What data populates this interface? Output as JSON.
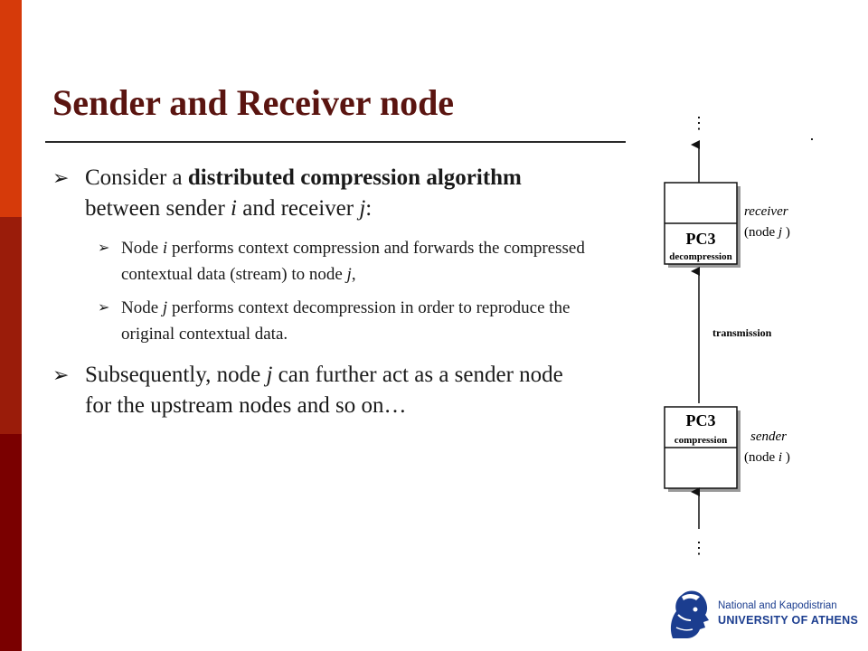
{
  "slide": {
    "title": "Sender and Receiver node",
    "bullet1": {
      "pre": "Consider a ",
      "bold": "distributed compression algorithm",
      "mid": " between sender ",
      "var1": "i",
      "and": " and receiver ",
      "var2": "j",
      "end": ":"
    },
    "sub1": {
      "pre": "Node ",
      "var": "i",
      "text": " performs context compression and forwards the compressed contextual data (stream) to node ",
      "var2": "j",
      "end": ","
    },
    "sub2": {
      "pre": "Node ",
      "var": "j",
      "text": " performs context decompression in order to reproduce the original contextual data."
    },
    "bullet2": {
      "pre": "Subsequently, node ",
      "var": "j",
      "text": " can further act as a sender node for the upstream nodes and so on…"
    }
  },
  "diagram": {
    "top_dots": "⋮",
    "bottom_dots": "⋮",
    "receiver_box": {
      "title": "PC3",
      "subtitle": "decompression"
    },
    "receiver_label": {
      "line1": "receiver",
      "line2_pre": "(node ",
      "line2_var": "j",
      "line2_post": " )"
    },
    "transmission_label": "transmission",
    "sender_box": {
      "title": "PC3",
      "subtitle": "compression"
    },
    "sender_label": {
      "line1": "sender",
      "line2_pre": "(node ",
      "line2_var": "i",
      "line2_post": " )"
    }
  },
  "logo": {
    "line1": "National and Kapodistrian",
    "line2": "UNIVERSITY OF ATHENS",
    "icon": "athena-head-icon"
  },
  "colors": {
    "title": "#5a1410",
    "bar_top": "#d63a0a",
    "bar_mid": "#9a1c0a",
    "bar_bottom": "#7a0000",
    "logo": "#1b3d8f"
  }
}
